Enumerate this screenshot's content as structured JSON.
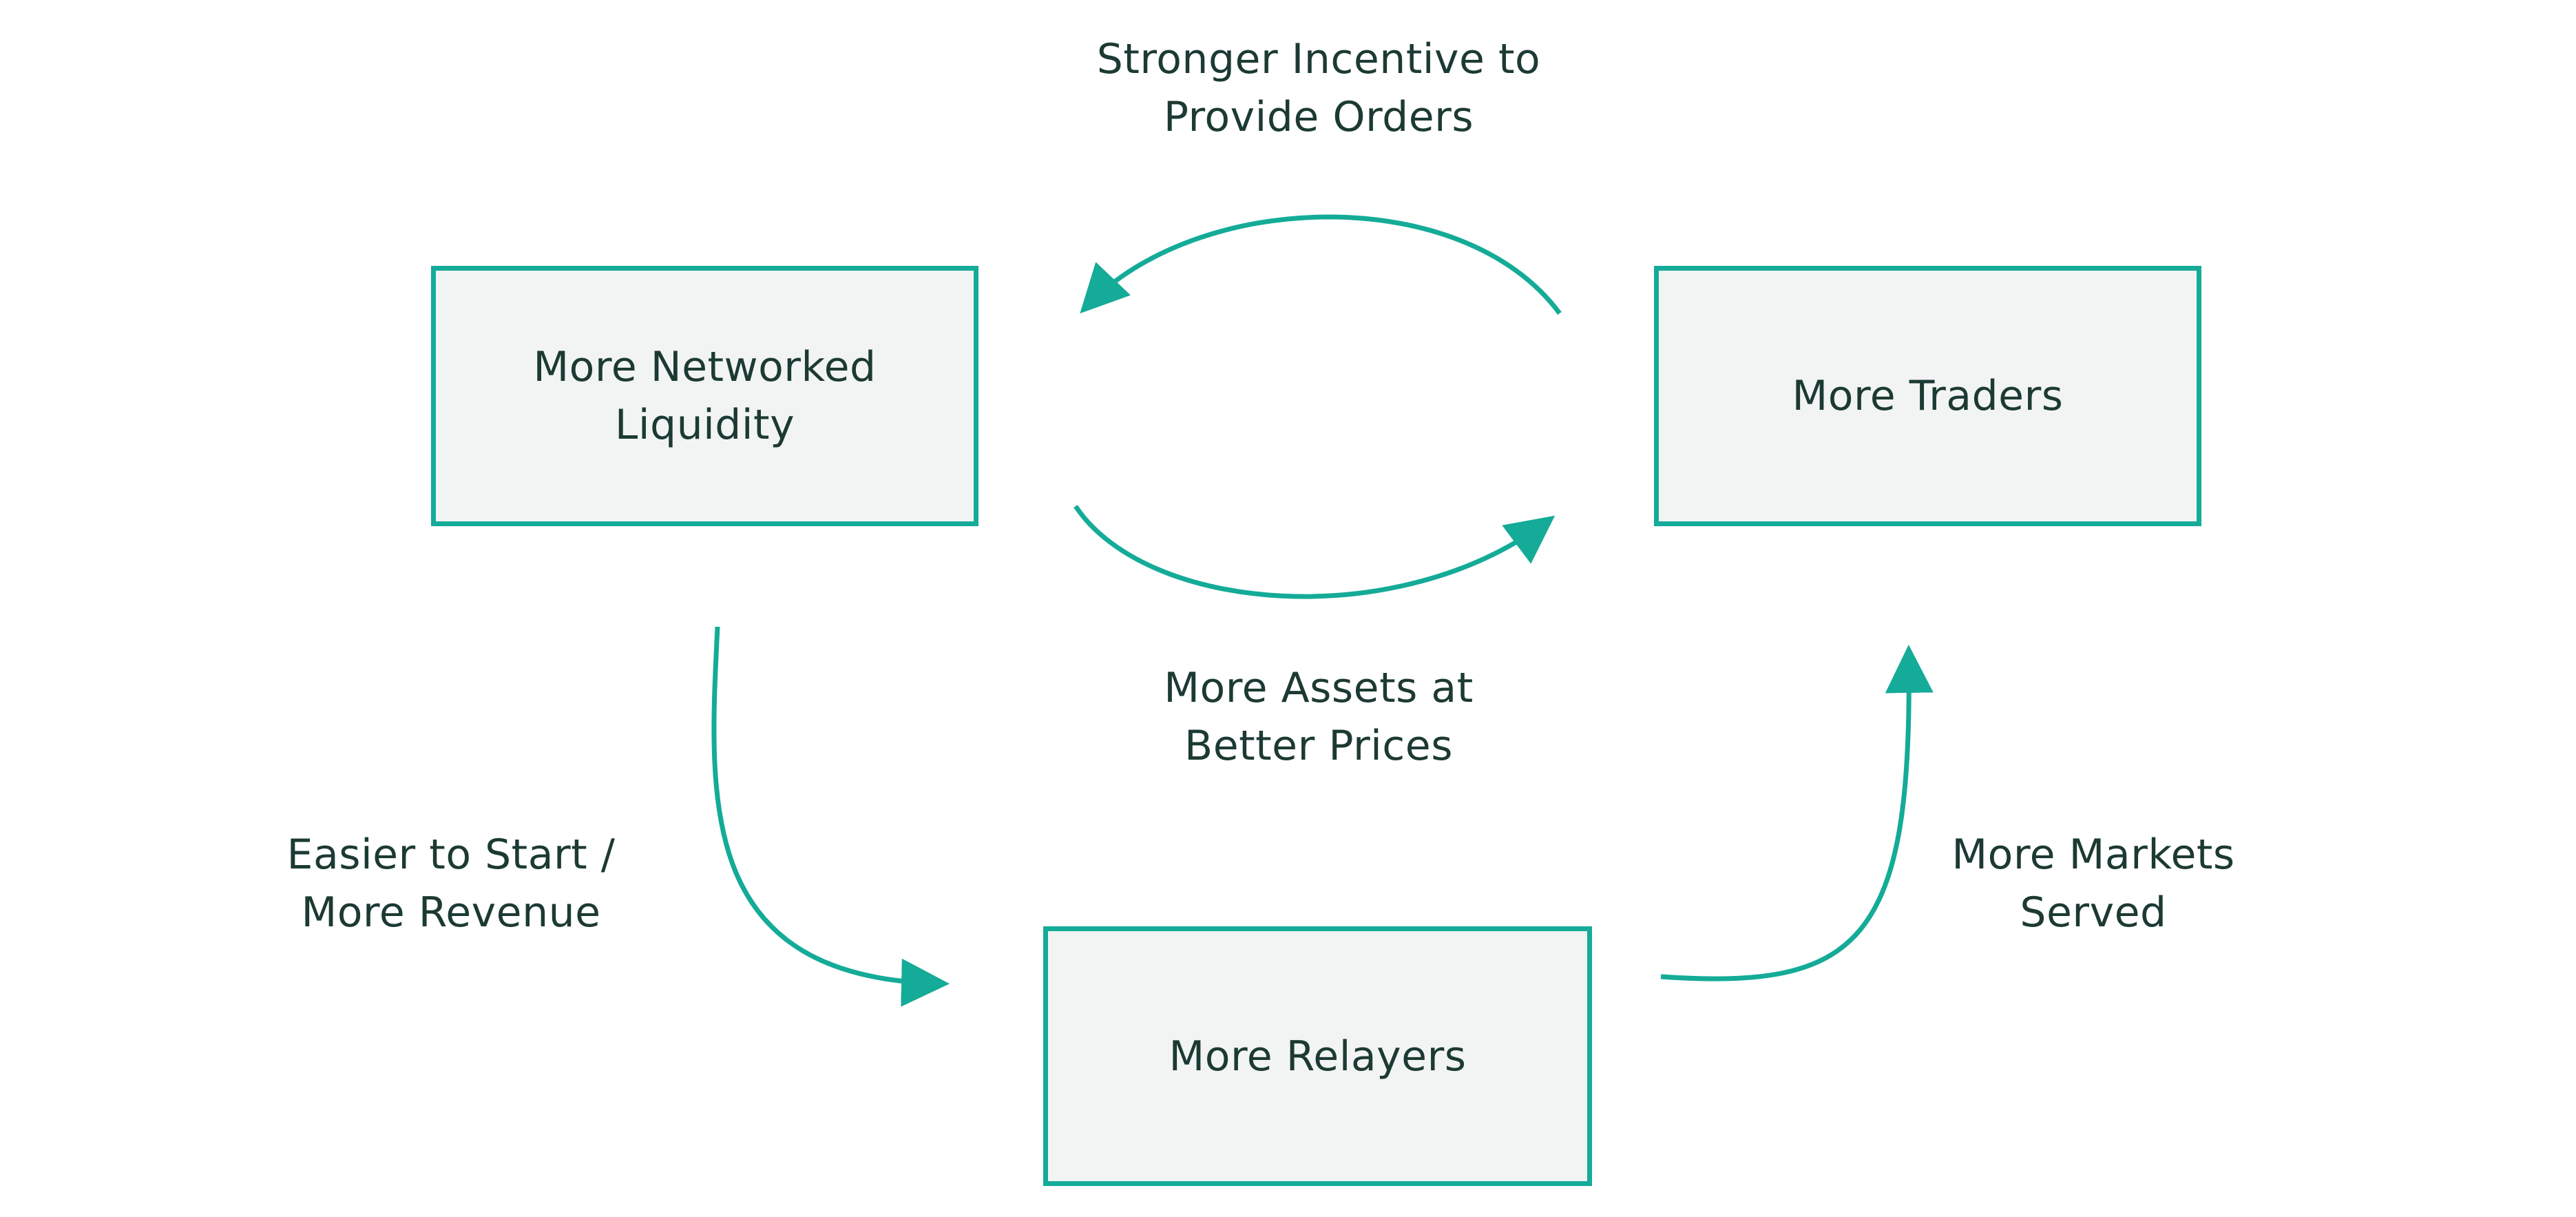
{
  "colors": {
    "accent": "#14ab98",
    "box_fill": "#f2f4f3",
    "text": "#1c3a33",
    "background": "#ffffff"
  },
  "nodes": {
    "liquidity": "More Networked\nLiquidity",
    "traders": "More Traders",
    "relayers": "More Relayers"
  },
  "edges": {
    "traders_to_liquidity": "Stronger Incentive to\nProvide Orders",
    "liquidity_to_traders": "More Assets at\nBetter Prices",
    "liquidity_to_relayers": "Easier to Start /\nMore Revenue",
    "relayers_to_traders": "More Markets\nServed"
  }
}
